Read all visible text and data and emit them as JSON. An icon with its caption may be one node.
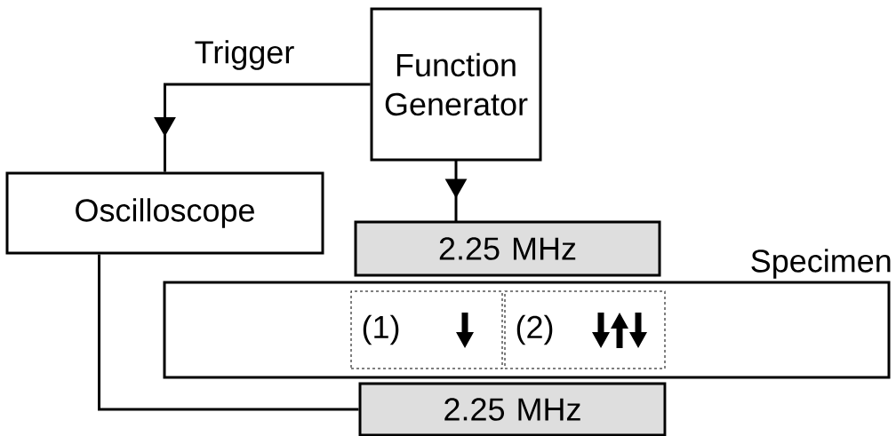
{
  "diagram": {
    "nodes": [
      {
        "text": [
          "Function Generator"
        ]
      },
      {
        "text": [
          "Oscilloscope"
        ]
      },
      {
        "text": [
          "2.25 MHz"
        ]
      },
      {
        "text": [
          "Specimen"
        ]
      },
      {
        "text": [
          "(1)"
        ],
        "in": 3
      },
      {
        "text": [
          "(2)"
        ],
        "in": 3
      },
      {
        "text": [
          "2.25 MHz"
        ]
      }
    ],
    "edges": [
      {
        "from": 0,
        "to": 1,
        "arrow": "to",
        "label": "Trigger"
      },
      {
        "from": 0,
        "to": 2,
        "arrow": "to"
      },
      {
        "from": 1,
        "to": 6,
        "arrow": "none"
      }
    ]
  }
}
